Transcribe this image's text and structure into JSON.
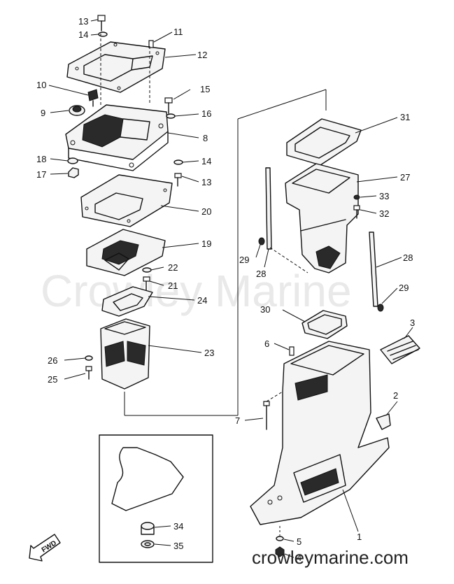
{
  "watermark": "Crowley Marine",
  "site": "crowleymarine.com",
  "fwd": "FWD",
  "labels": {
    "l1": "1",
    "l2": "2",
    "l3": "3",
    "l4": "4",
    "l5": "5",
    "l6": "6",
    "l7": "7",
    "l8": "8",
    "l9": "9",
    "l10": "10",
    "l11": "11",
    "l12": "12",
    "l13a": "13",
    "l13b": "13",
    "l14a": "14",
    "l14b": "14",
    "l15": "15",
    "l16": "16",
    "l17": "17",
    "l18": "18",
    "l19": "19",
    "l20": "20",
    "l21": "21",
    "l22": "22",
    "l23": "23",
    "l24": "24",
    "l25": "25",
    "l26": "26",
    "l27": "27",
    "l28a": "28",
    "l28b": "28",
    "l29a": "29",
    "l29b": "29",
    "l30": "30",
    "l31": "31",
    "l32": "32",
    "l33": "33",
    "l34": "34",
    "l35": "35"
  }
}
